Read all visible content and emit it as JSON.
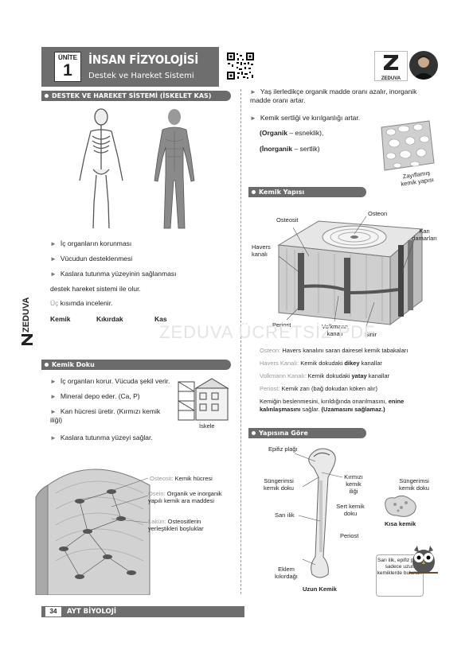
{
  "header": {
    "unite_label": "ÜNİTE",
    "unite_number": "1",
    "title": "İNSAN FİZYOLOJİSİ",
    "subtitle": "Destek ve Hareket Sistemi",
    "brand": "ZEDUVA"
  },
  "left": {
    "section1": "DESTEK VE HAREKET SİSTEMİ (İSKELET KAS)",
    "bullets1": [
      "İç organların korunması",
      "Vücudun desteklenmesi",
      "Kaslara tutunma yüzeyinin sağlanması"
    ],
    "line_after": "destek hareket sistemi ile olur.",
    "line_uc_a": "Üç",
    "line_uc_b": " kısımda incelenir.",
    "parts": [
      "Kemik",
      "Kıkırdak",
      "Kas"
    ],
    "section2": "Kemik Doku",
    "bullets2": [
      "İç organları korur. Vücuda şekil verir.",
      "Mineral depo eder. (Ca, P)",
      "Kan hücresi üretir. (Kırmızı kemik iliği)",
      "Kaslara tutunma yüzeyi sağlar."
    ],
    "iskele": "İskele",
    "osteosit_a": "Osteosit:",
    "osteosit_b": " Kemik hücresi",
    "osein_a": "Osein:",
    "osein_b": " Organik ve inorganik yapılı kemik ara maddesi",
    "lakun_a": "Lakün:",
    "lakun_b": " Osteositlerin yerleştikleri boşluklar"
  },
  "right": {
    "bullets1": [
      "Yaş ilerledikçe organik madde oranı azalır, inorganik madde oranı artar.",
      "Kemik sertliği ve kırılganlığı artar."
    ],
    "org_a": "(Organik",
    "org_b": " – esneklik),",
    "inorg_a": "(İnorganik",
    "inorg_b": " – sertlik)",
    "zayif": "Zayıflamış kemik yapısı",
    "section1": "Kemik Yapısı",
    "labels1": {
      "osteon": "Osteon",
      "osteosit": "Osteosit",
      "havers": "Havers kanalı",
      "kan": "Kan damarları",
      "periost": "Periost",
      "volkmann": "Volkmann kanalı",
      "sinir": "Sinir"
    },
    "defs": [
      {
        "k": "Osteon:",
        "v": " Havers kanalını saran dairesel kemik tabakaları"
      },
      {
        "k": "Havers Kanalı:",
        "v": " Kemik dokudaki ",
        "bold": "dikey",
        "e": " kanallar"
      },
      {
        "k": "Volkmann Kanalı:",
        "v": " Kemik dokudaki ",
        "bold": "yatay",
        "e": " kanallar"
      },
      {
        "k": "Periost:",
        "v": " Kemik zarı (bağ dokudan köken alır)"
      }
    ],
    "growth_a": "Kemiğin beslenmesini, kırıldığında onarılmasını, ",
    "growth_b": "enine kalınlaşmasını",
    "growth_c": " sağlar. ",
    "growth_d": "(Uzamasını sağlamaz.)",
    "section2": "Yapısına Göre",
    "labels2": {
      "epifiz": "Epifiz plağı",
      "sunger1": "Süngerimsi kemik doku",
      "kirmizi": "Kırmızı kemik iliği",
      "sunger2": "Süngerimsi kemik doku",
      "sarilik": "Sarı ilik",
      "sert": "Sert kemik doku",
      "kisa": "Kısa kemik",
      "periost": "Periost",
      "eklem": "Eklem kıkırdağı",
      "uzun": "Uzun Kemik"
    },
    "owl_note": "Sarı ilik, epifiz plağı sadece uzun kemiklerde bulunur!"
  },
  "footer": {
    "page": "34",
    "subject": "AYT BİYOLOJİ"
  },
  "watermark": "ZEDUVA ÜCRETSİZ PDF"
}
